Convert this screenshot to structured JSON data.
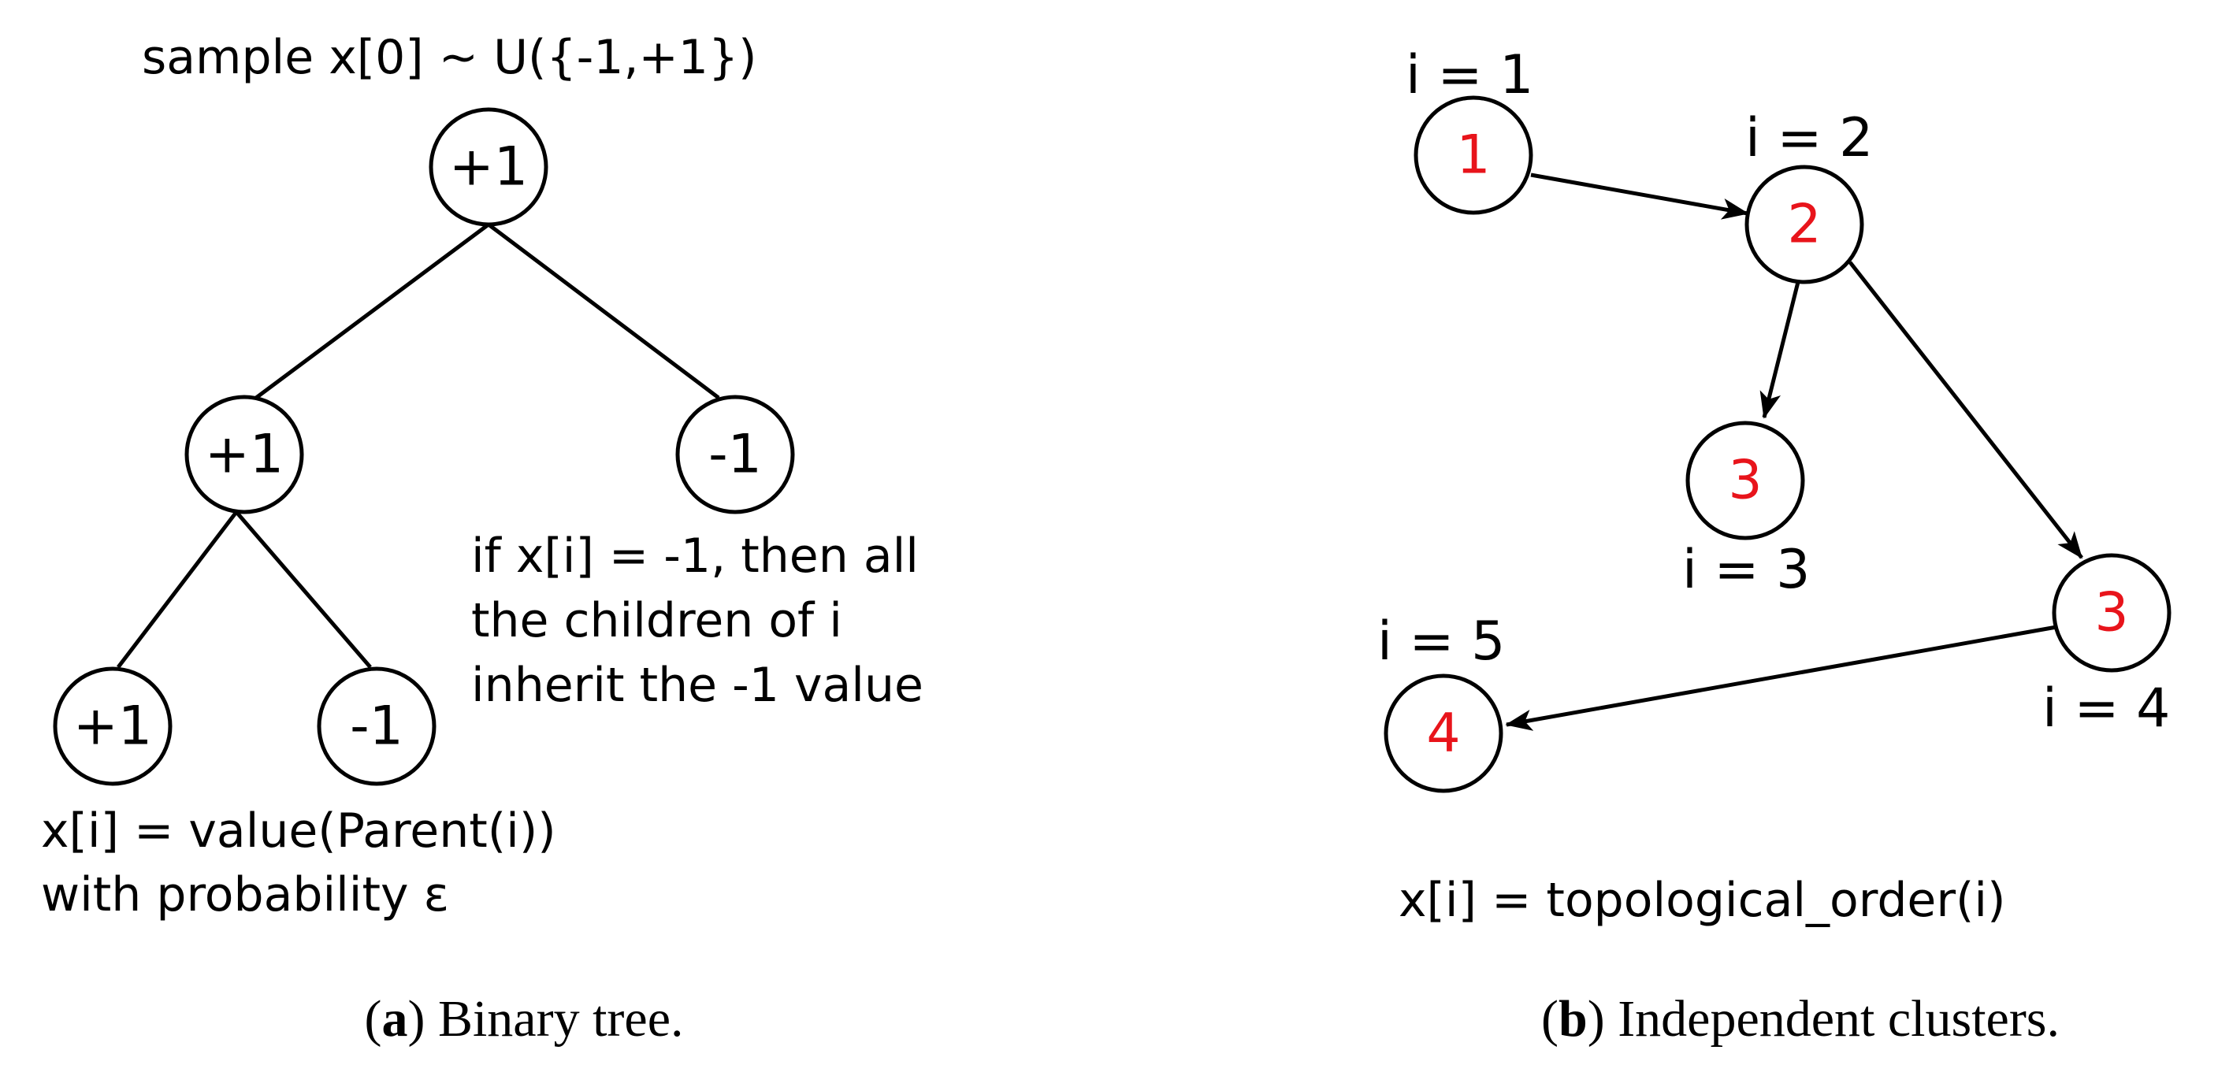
{
  "panel_a": {
    "sample_label": "sample x[0] ~ U({-1,+1})",
    "nodes": [
      {
        "id": "root",
        "label": "+1"
      },
      {
        "id": "left",
        "label": "+1"
      },
      {
        "id": "right",
        "label": "-1"
      },
      {
        "id": "left-left",
        "label": "+1"
      },
      {
        "id": "left-right",
        "label": "-1"
      }
    ],
    "note_right": [
      "if x[i] = -1, then all",
      "the children of i",
      "inherit the -1 value"
    ],
    "note_bottom": [
      "x[i] = value(Parent(i))",
      "with probability ε"
    ],
    "caption_letter": "a",
    "caption_text": " Binary tree."
  },
  "panel_b": {
    "nodes": [
      {
        "id": "n1",
        "label": "1",
        "index_label": "i = 1"
      },
      {
        "id": "n2",
        "label": "2",
        "index_label": "i = 2"
      },
      {
        "id": "n3",
        "label": "3",
        "index_label": "i = 3"
      },
      {
        "id": "n4",
        "label": "3",
        "index_label": "i = 4"
      },
      {
        "id": "n5",
        "label": "4",
        "index_label": "i = 5"
      }
    ],
    "formula": "x[i] = topological_order(i)",
    "caption_letter": "b",
    "caption_text": " Independent clusters."
  },
  "colors": {
    "node_value_red": "#e8141b",
    "stroke": "#000000"
  }
}
